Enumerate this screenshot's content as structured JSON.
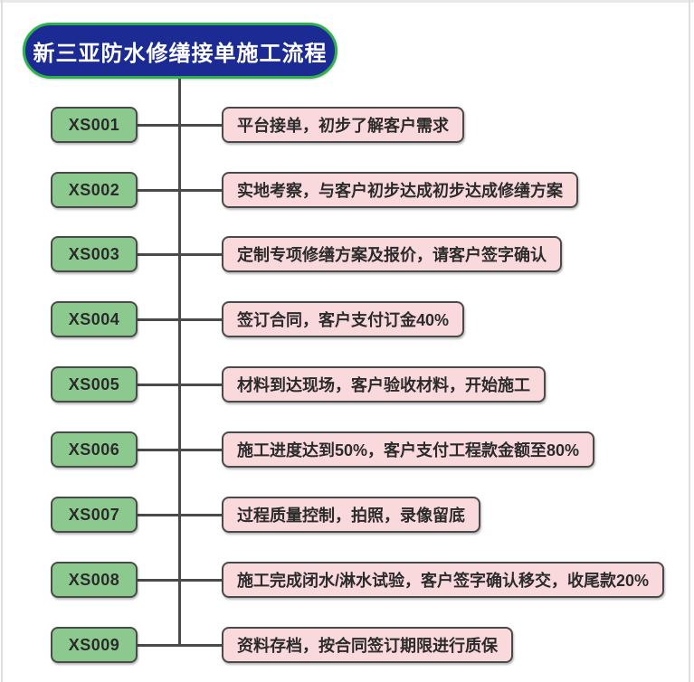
{
  "title": {
    "text": "新三亚防水修缮接单施工流程",
    "fill_color": "#1c2b94",
    "border_color": "#2eb14d",
    "text_color": "#ffffff"
  },
  "flow": {
    "colors": {
      "code_fill": "#8cc98f",
      "desc_fill": "#f9d9dc",
      "node_border": "#4a4a4a",
      "line": "#4a4a4a"
    },
    "steps": [
      {
        "code": "XS001",
        "desc": "平台接单，初步了解客户需求"
      },
      {
        "code": "XS002",
        "desc": "实地考察，与客户初步达成初步达成修缮方案"
      },
      {
        "code": "XS003",
        "desc": "定制专项修缮方案及报价，请客户签字确认"
      },
      {
        "code": "XS004",
        "desc": "签订合同，客户支付订金40%"
      },
      {
        "code": "XS005",
        "desc": "材料到达现场，客户验收材料，开始施工"
      },
      {
        "code": "XS006",
        "desc": "施工进度达到50%，客户支付工程款金额至80%"
      },
      {
        "code": "XS007",
        "desc": "过程质量控制，拍照，录像留底"
      },
      {
        "code": "XS008",
        "desc": "施工完成闭水/淋水试验，客户签字确认移交，收尾款20%"
      },
      {
        "code": "XS009",
        "desc": "资料存档，按合同签订期限进行质保"
      }
    ]
  }
}
